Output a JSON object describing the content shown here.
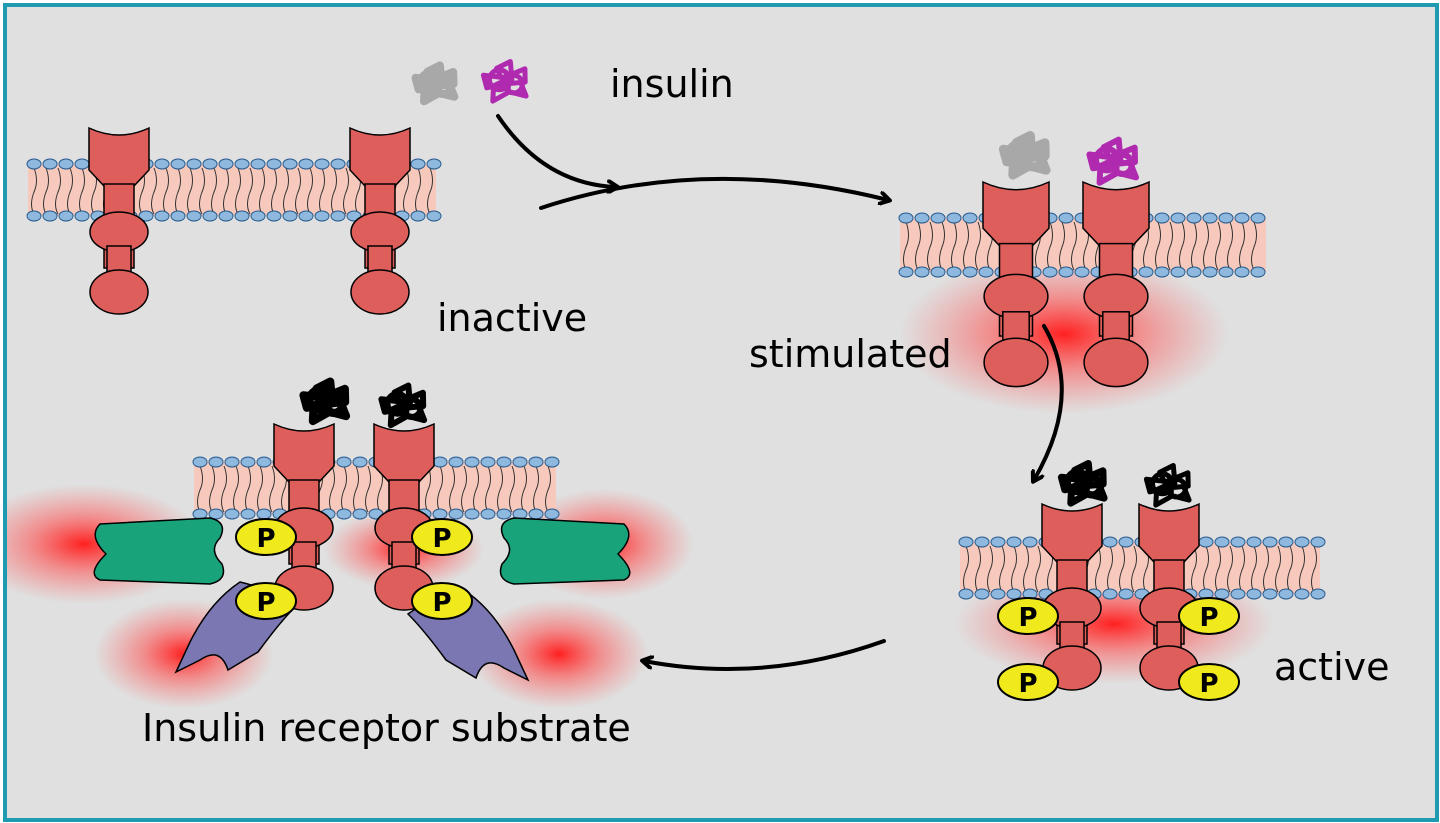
{
  "labels": {
    "insulin": "insulin",
    "inactive": "inactive",
    "stimulated": "stimulated",
    "active": "active",
    "substrate": "Insulin receptor substrate"
  },
  "phospho_symbol": "P",
  "colors": {
    "frame_border": "#1e9bb0",
    "background": "#e0e0e0",
    "receptor": "#dd5e5b",
    "membrane_core": "#f6c9bc",
    "lipid_head": "#8fb8de",
    "insulin_a": "#b02ab0",
    "insulin_b": "#a8a8a8",
    "bound_insulin": "#000000",
    "phosphate": "#f0ea1c",
    "irs_green": "#18a37a",
    "irs_purple": "#7a77b3",
    "glow": "#ff2020"
  }
}
